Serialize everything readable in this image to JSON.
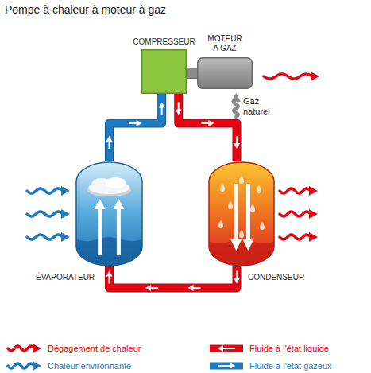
{
  "diagram": {
    "title": "Pompe à chaleur à moteur à gaz",
    "nodes": [
      {
        "text": [
          "COMPRESSEUR"
        ]
      },
      {
        "text": [
          "MOTEUR A GAZ"
        ]
      },
      {
        "text": [
          "ÉVAPORATEUR"
        ]
      },
      {
        "text": [
          "CONDENSEUR"
        ]
      }
    ],
    "edges": [
      {
        "from": 0,
        "to": 3,
        "arrow": "to"
      },
      {
        "from": 3,
        "to": 2,
        "arrow": "to"
      },
      {
        "from": 2,
        "to": 0,
        "arrow": "to"
      },
      {
        "from": 1,
        "to": 0,
        "arrow": "none"
      }
    ],
    "labels": [
      "Gaz naturel"
    ],
    "legend": [
      {
        "text": "Dégagement de chaleur"
      },
      {
        "text": "Fluide à l'état liquide"
      },
      {
        "text": "Chaleur environnante"
      },
      {
        "text": "Fluide à l'état gazeux"
      }
    ]
  }
}
